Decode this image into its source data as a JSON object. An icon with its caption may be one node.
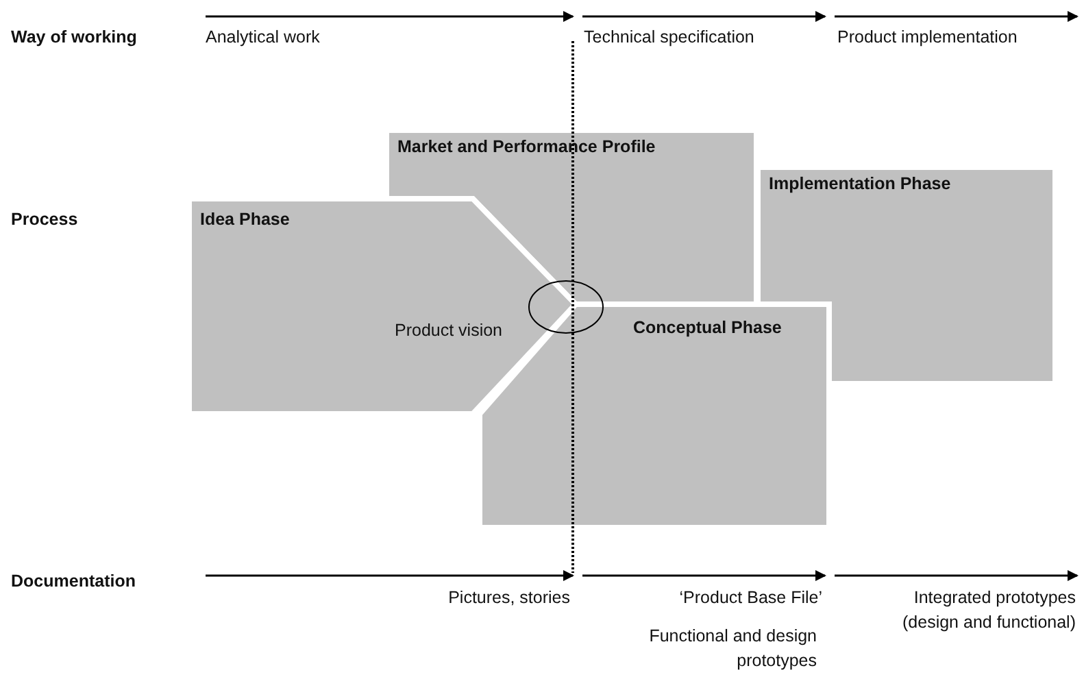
{
  "diagram": {
    "nodes": [
      {
        "text": [
          "Market and Performance Profile"
        ]
      },
      {
        "text": [
          "Implementation Phase"
        ]
      },
      {
        "text": [
          "Idea Phase"
        ]
      },
      {
        "text": [
          "Conceptual Phase"
        ]
      },
      {
        "text": [],
        "shape": "circle"
      }
    ],
    "edges": [],
    "labels": [
      "Way of working",
      "Analytical work",
      "Technical specification",
      "Product implementation",
      "Process",
      "Product vision",
      "Documentation",
      "Pictures, stories",
      "‘Product Base File’",
      "Functional and design prototypes",
      "Integrated prototypes (design and functional)"
    ]
  }
}
